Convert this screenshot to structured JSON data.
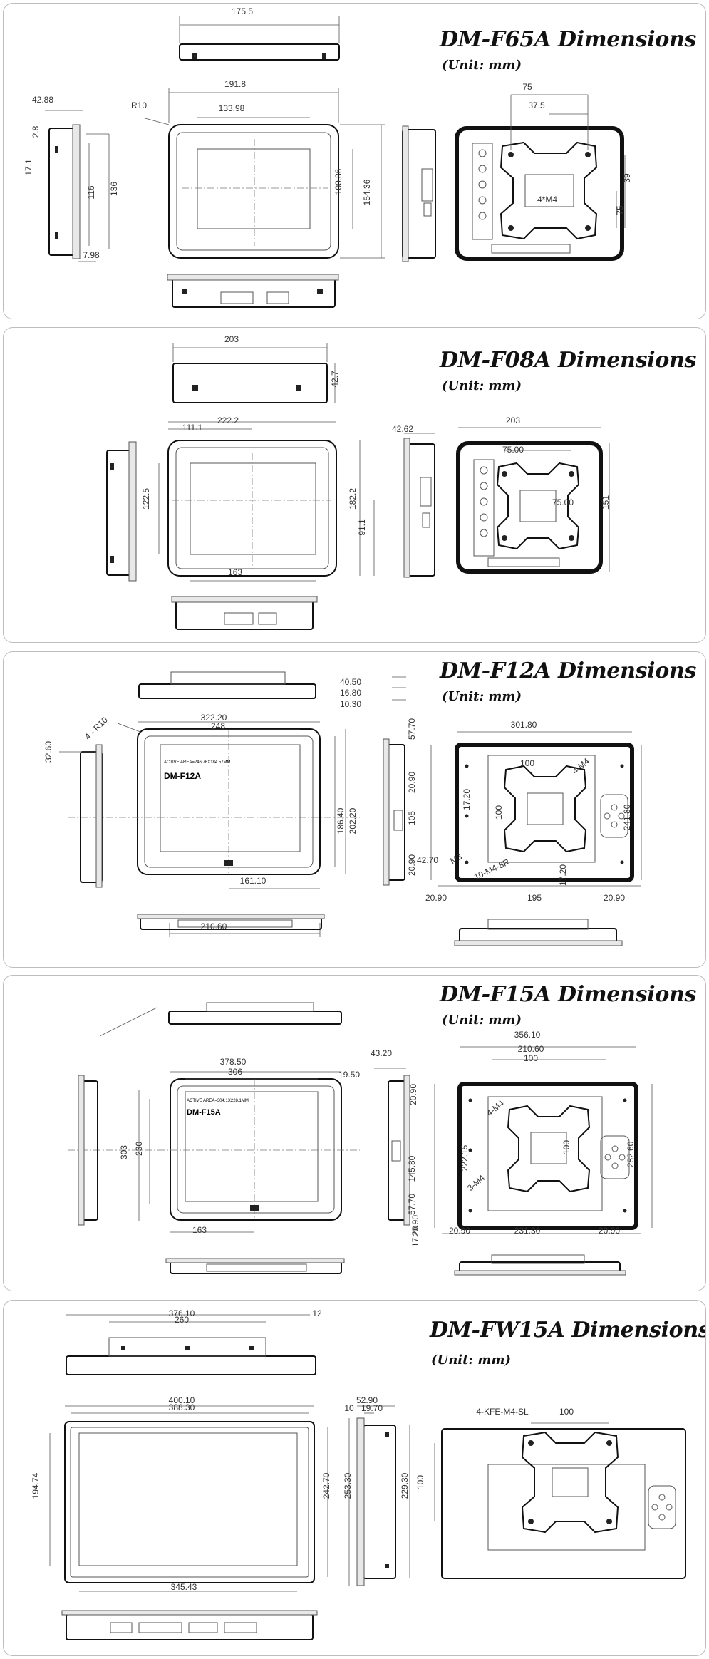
{
  "panels": [
    {
      "title": "DM-F65A Dimensions",
      "unit": "(Unit: mm)",
      "dims": [
        "175.5",
        "42.88",
        "191.8",
        "R10",
        "133.98",
        "2.8",
        "17.1",
        "116",
        "136",
        "100.86",
        "154.36",
        "7.98",
        "75",
        "37.5",
        "39",
        "75",
        "4*M4"
      ]
    },
    {
      "title": "DM-F08A Dimensions",
      "unit": "(Unit: mm)",
      "dims": [
        "203",
        "42.7",
        "222.2",
        "111.1",
        "42.62",
        "203",
        "75.00",
        "122.5",
        "182.2",
        "91.1",
        "163",
        "75.00",
        "151"
      ]
    },
    {
      "title": "DM-F12A Dimensions",
      "unit": "(Unit: mm)",
      "dims": [
        "40.50",
        "16.80",
        "10.30",
        "57.70",
        "322.20",
        "248",
        "4 - R10",
        "32.60",
        "301.80",
        "20.90",
        "105",
        "241.80",
        "20.90",
        "186.40",
        "202.20",
        "161.10",
        "210.60",
        "42.70",
        "20.90",
        "195",
        "20.90",
        "4-M4",
        "M3",
        "10-M4-8R",
        "100",
        "100",
        "17.20",
        "17.20"
      ],
      "label": "DM-F12A",
      "screen_text": "ACTIVE AREA=246.76X184.57MM"
    },
    {
      "title": "DM-F15A Dimensions",
      "unit": "(Unit: mm)",
      "dims": [
        "43.20",
        "19.50",
        "378.50",
        "306",
        "356.10",
        "210.60",
        "100",
        "20.90",
        "230",
        "303",
        "145.80",
        "282.60",
        "57.70",
        "20.90",
        "17.20",
        "163",
        "20.90",
        "231.30",
        "20.90",
        "4-M4",
        "3-M4",
        "100",
        "222.15"
      ],
      "label": "DM-F15A",
      "screen_text": "ACTIVE AREA=304.1X228.1MM"
    },
    {
      "title": "DM-FW15A Dimensions",
      "unit": "(Unit: mm)",
      "dims": [
        "376.10",
        "260",
        "12",
        "400.10",
        "388.30",
        "52.90",
        "10",
        "19.70",
        "100",
        "194.74",
        "242.70",
        "253.30",
        "229.30",
        "100",
        "345.43",
        "4-KFE-M4-SL"
      ]
    }
  ]
}
